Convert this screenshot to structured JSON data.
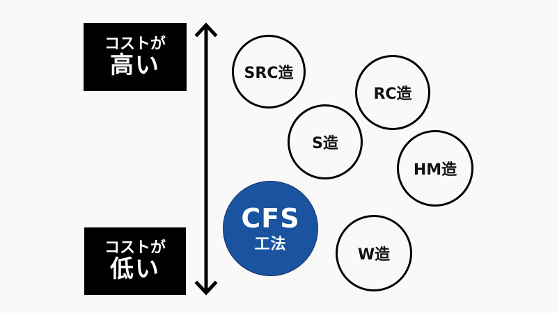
{
  "axis": {
    "high_label_line1": "コストが",
    "high_label_line2": "高い",
    "low_label_line1": "コストが",
    "low_label_line2": "低い",
    "arrow": "double-headed-vertical-arrow"
  },
  "methods": [
    {
      "id": "src",
      "label": "SRC造"
    },
    {
      "id": "rc",
      "label": "RC造"
    },
    {
      "id": "s",
      "label": "S造"
    },
    {
      "id": "hm",
      "label": "HM造"
    },
    {
      "id": "w",
      "label": "W造"
    }
  ],
  "highlight": {
    "line1": "CFS",
    "line2": "工法",
    "color": "#1a54a0"
  },
  "colors": {
    "background": "#fbf9f8",
    "label_box": "#000000",
    "circle_stroke": "#000000"
  }
}
